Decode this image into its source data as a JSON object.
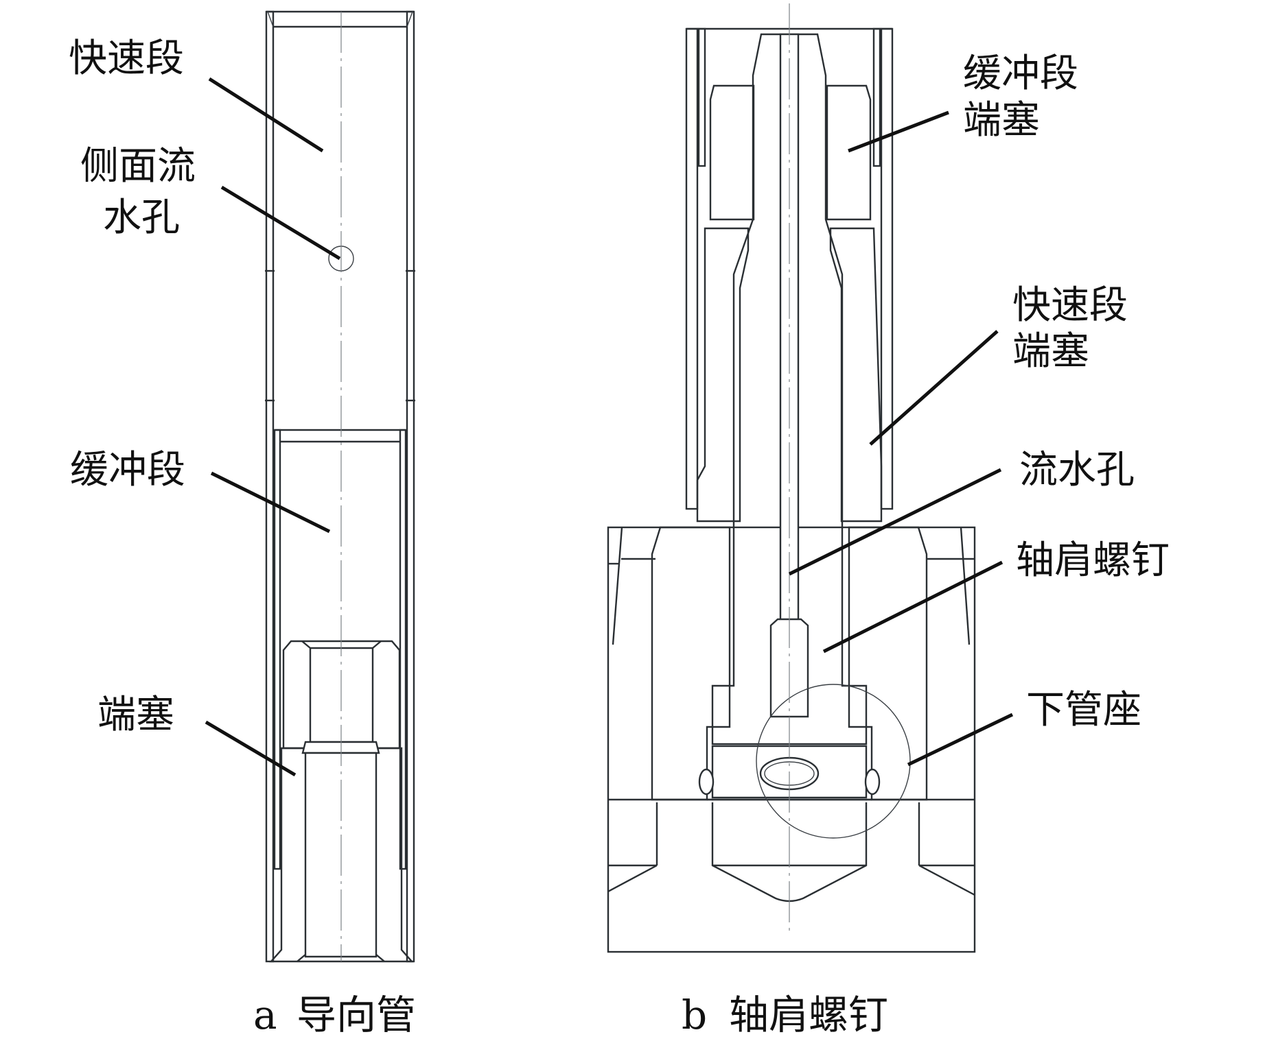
{
  "figure": {
    "panels": [
      {
        "id": "a",
        "caption_letter": "a",
        "caption_title": "导向管",
        "labels": [
          {
            "key": "fast_section",
            "lines": [
              "快速段"
            ]
          },
          {
            "key": "side_drain_hole",
            "lines": [
              "侧面流",
              "水孔"
            ]
          },
          {
            "key": "buffer_section",
            "lines": [
              "缓冲段"
            ]
          },
          {
            "key": "end_plug",
            "lines": [
              "端塞"
            ]
          }
        ]
      },
      {
        "id": "b",
        "caption_letter": "b",
        "caption_title": "轴肩螺钉",
        "labels": [
          {
            "key": "buffer_end_plug",
            "lines": [
              "缓冲段",
              "端塞"
            ]
          },
          {
            "key": "fast_end_plug",
            "lines": [
              "快速段",
              "端塞"
            ]
          },
          {
            "key": "drain_hole",
            "lines": [
              "流水孔"
            ]
          },
          {
            "key": "shoulder_screw",
            "lines": [
              "轴肩螺钉"
            ]
          },
          {
            "key": "bottom_nozzle",
            "lines": [
              "下管座"
            ]
          }
        ]
      }
    ],
    "colors": {
      "line": "#2a2f33",
      "text": "#111111",
      "hatch": "#3a3f44",
      "background": "#ffffff"
    }
  }
}
